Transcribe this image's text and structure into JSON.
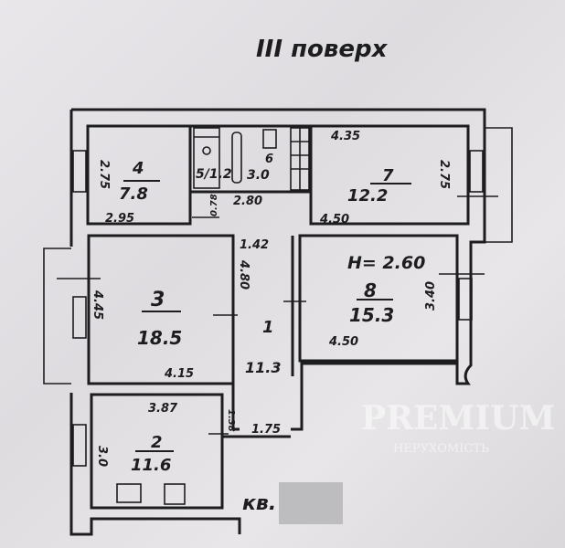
{
  "title": "ІІІ поверх",
  "ceiling_height": "H= 2.60",
  "apartment_label": "кв.",
  "watermark": {
    "brand": "PREMIUM",
    "subtitle": "НЕРУХОМІСТЬ"
  },
  "rooms": [
    {
      "number": "1",
      "area": "11.3"
    },
    {
      "number": "2",
      "area": "11.6"
    },
    {
      "number": "3",
      "area": "18.5"
    },
    {
      "number": "4",
      "area": "7.8"
    },
    {
      "number": "5",
      "area": "1.2"
    },
    {
      "number": "6",
      "area": "3.0"
    },
    {
      "number": "7",
      "area": "12.2"
    },
    {
      "number": "8",
      "area": "15.3"
    }
  ],
  "dimensions": {
    "room4_width": "2.95",
    "room4_depth": "2.75",
    "room7_top": "4.35",
    "room7_bottom": "4.50",
    "room7_depth": "2.75",
    "bath_width": "2.80",
    "bath_depth": "0.78",
    "corridor_width": "1.42",
    "corridor_length": "4.80",
    "room3_width": "4.15",
    "room3_depth": "4.45",
    "room8_width": "4.50",
    "room8_depth": "3.40",
    "room2_width": "3.87",
    "room2_depth": "3.0",
    "hall_width": "1.75",
    "hall_depth": "1.38"
  }
}
